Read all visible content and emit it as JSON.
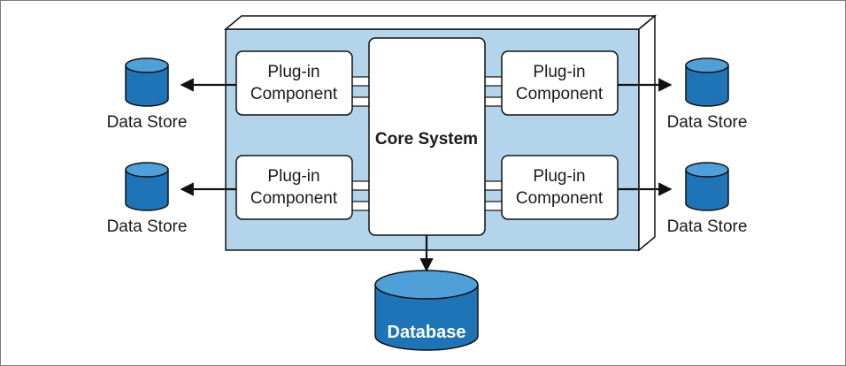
{
  "core": {
    "label": "Core System"
  },
  "plugins": [
    {
      "line1": "Plug-in",
      "line2": "Component"
    },
    {
      "line1": "Plug-in",
      "line2": "Component"
    },
    {
      "line1": "Plug-in",
      "line2": "Component"
    },
    {
      "line1": "Plug-in",
      "line2": "Component"
    }
  ],
  "stores": [
    {
      "label": "Data Store"
    },
    {
      "label": "Data Store"
    },
    {
      "label": "Data Store"
    },
    {
      "label": "Data Store"
    }
  ],
  "database": {
    "label": "Database"
  },
  "colors": {
    "container_fill": "#b3d4ea",
    "cylinder_body": "#1f74b8",
    "cylinder_top": "#4f9fd8",
    "stroke": "#111111"
  }
}
